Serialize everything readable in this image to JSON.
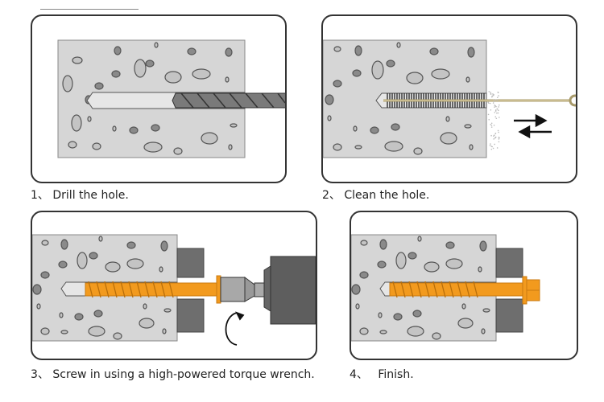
{
  "steps": [
    {
      "number": "1、",
      "label": "Drill the hole."
    },
    {
      "number": "2、",
      "label": "Clean the hole."
    },
    {
      "number": "3、",
      "label": "Screw in using a high-powered torque wrench."
    },
    {
      "number": "4、",
      "label": "Finish."
    }
  ],
  "colors": {
    "concrete": "#d6d6d6",
    "aggregate_light": "#c4c4c4",
    "aggregate_dark": "#8a8a8a",
    "anchor": "#f29a1e",
    "steel_plate": "#6e6e6e",
    "drill": "#7a7a7a",
    "brush_handle": "#c9b98a"
  },
  "icons": [
    "drill-bit-icon",
    "cleaning-brush-icon",
    "push-pull-arrows-icon",
    "torque-wrench-icon",
    "rotation-arrow-icon",
    "screw-anchor-icon",
    "hex-nut-icon"
  ]
}
